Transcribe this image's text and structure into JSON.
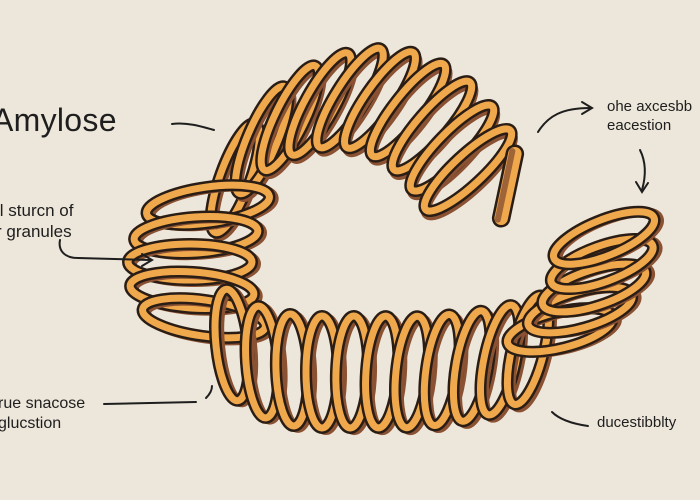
{
  "labels": {
    "title": "Amylose",
    "left_mid": [
      "ll sturcn of",
      "r granules"
    ],
    "left_bottom": [
      "rue snacose",
      "glucstion"
    ],
    "right_top": [
      "ohe axcesbb",
      "eacestion"
    ],
    "right_bottom": "ducestibblty"
  },
  "colors": {
    "background": "#ede6da",
    "coil_light": "#f0a84c",
    "coil_dark": "#8a5132",
    "outline": "#2a1d15"
  }
}
